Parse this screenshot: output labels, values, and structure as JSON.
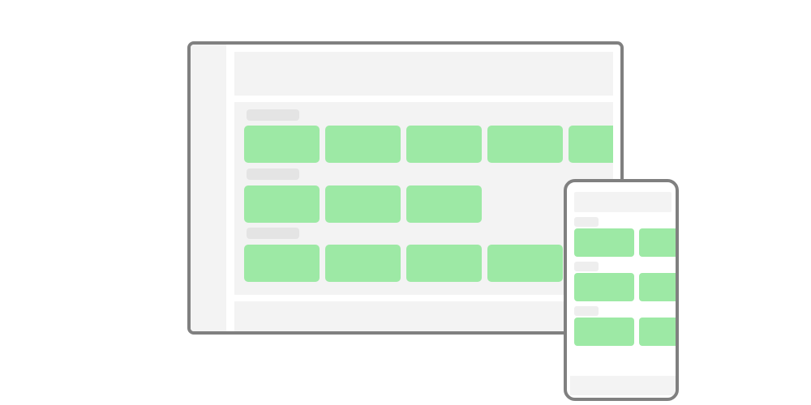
{
  "desktop": {
    "sections": [
      {
        "card_count": 5
      },
      {
        "card_count": 3
      },
      {
        "card_count": 4
      }
    ]
  },
  "phone": {
    "sections": [
      {
        "card_count": 2
      },
      {
        "card_count": 2
      },
      {
        "card_count": 2
      }
    ]
  },
  "colors": {
    "frame": "#808080",
    "panel": "#f3f3f3",
    "label_placeholder": "#e4e4e4",
    "card": "#9de9a5"
  }
}
